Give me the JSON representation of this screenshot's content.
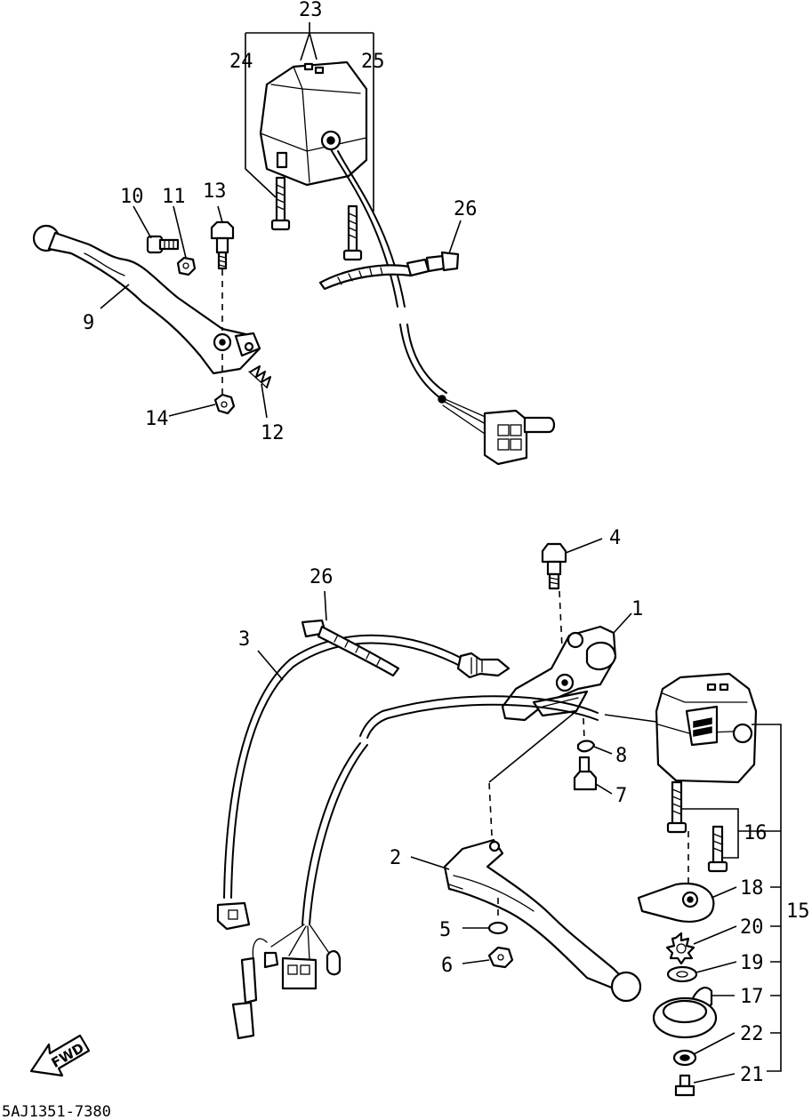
{
  "callouts": {
    "c1": "1",
    "c2": "2",
    "c3": "3",
    "c4": "4",
    "c5": "5",
    "c6": "6",
    "c7": "7",
    "c8": "8",
    "c9": "9",
    "c10": "10",
    "c11": "11",
    "c12": "12",
    "c13": "13",
    "c14": "14",
    "c15": "15",
    "c16": "16",
    "c17": "17",
    "c18": "18",
    "c19": "19",
    "c20": "20",
    "c21": "21",
    "c22": "22",
    "c23": "23",
    "c24": "24",
    "c25": "25",
    "c26_top": "26",
    "c26_bottom": "26"
  },
  "direction_label": "FWD",
  "drawing_code": "5AJ1351-7380",
  "colors": {
    "ink": "#000000",
    "paper": "#ffffff"
  }
}
